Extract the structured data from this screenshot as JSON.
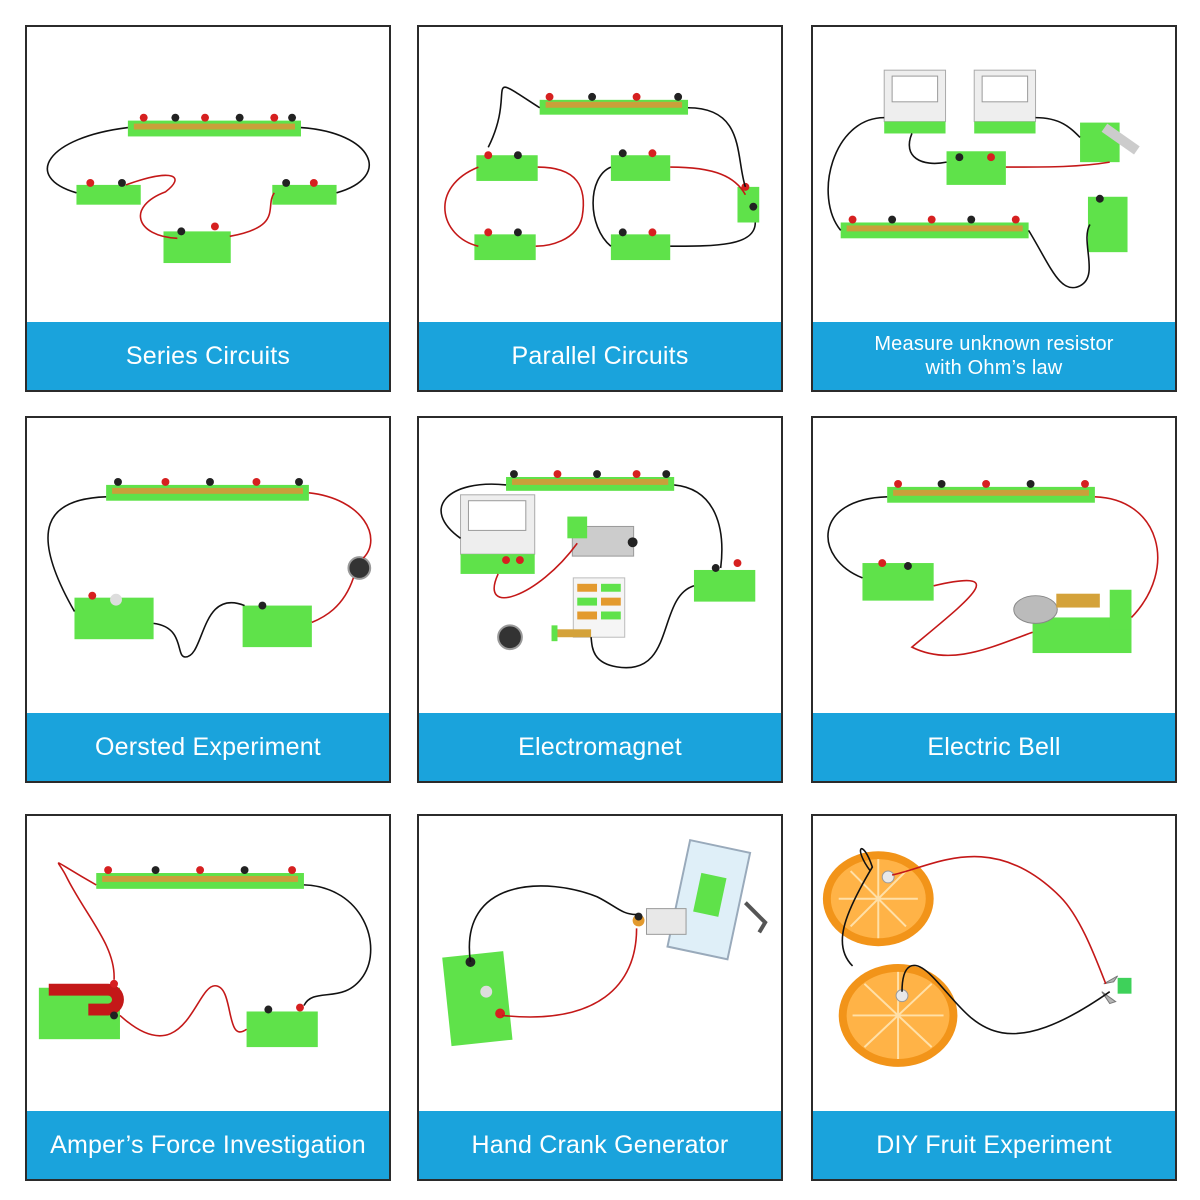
{
  "panels": [
    {
      "caption": [
        "Series Circuits"
      ],
      "scene": "series"
    },
    {
      "caption": [
        "Parallel Circuits"
      ],
      "scene": "parallel"
    },
    {
      "caption": [
        "Measure unknown resistor",
        "with Ohm’s law"
      ],
      "scene": "ohm"
    },
    {
      "caption": [
        "Oersted Experiment"
      ],
      "scene": "oersted"
    },
    {
      "caption": [
        "Electromagnet"
      ],
      "scene": "electromagnet"
    },
    {
      "caption": [
        "Electric Bell"
      ],
      "scene": "bell"
    },
    {
      "caption": [
        "Amper’s Force Investigation"
      ],
      "scene": "ampere"
    },
    {
      "caption": [
        "Hand Crank Generator"
      ],
      "scene": "crank"
    },
    {
      "caption": [
        "DIY Fruit Experiment"
      ],
      "scene": "fruit"
    }
  ],
  "colors": {
    "caption_bg": "#1aa3dc",
    "caption_text": "#ffffff",
    "kit_green": "#5fe24a",
    "frame": "#2b2b2b"
  }
}
